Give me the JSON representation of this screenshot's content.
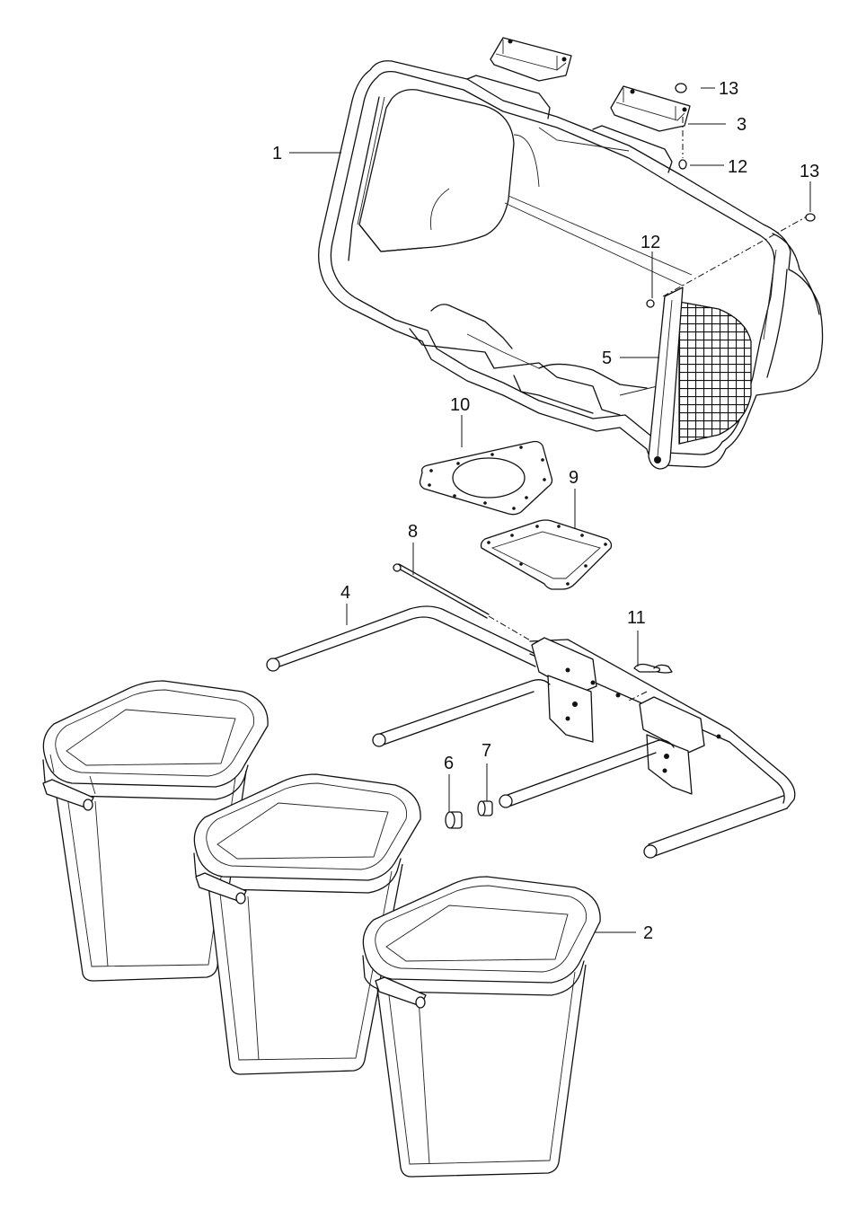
{
  "callouts": [
    {
      "id": "c1",
      "text": "1"
    },
    {
      "id": "c2",
      "text": "2"
    },
    {
      "id": "c3",
      "text": "3"
    },
    {
      "id": "c4",
      "text": "4"
    },
    {
      "id": "c5",
      "text": "5"
    },
    {
      "id": "c6",
      "text": "6"
    },
    {
      "id": "c7",
      "text": "7"
    },
    {
      "id": "c8",
      "text": "8"
    },
    {
      "id": "c9",
      "text": "9"
    },
    {
      "id": "c10",
      "text": "10"
    },
    {
      "id": "c11",
      "text": "11"
    },
    {
      "id": "c12a",
      "text": "12"
    },
    {
      "id": "c12b",
      "text": "12"
    },
    {
      "id": "c13a",
      "text": "13"
    },
    {
      "id": "c13b",
      "text": "13"
    }
  ]
}
